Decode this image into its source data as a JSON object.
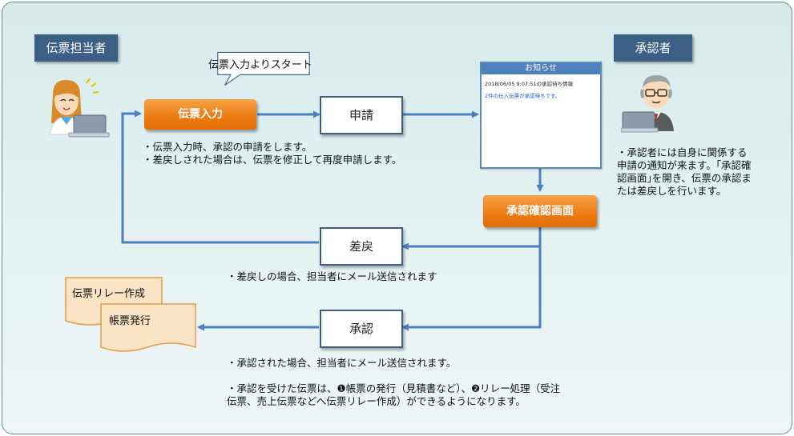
{
  "roles": {
    "submitter": "伝票担当者",
    "approver": "承認者"
  },
  "callout": {
    "text": "伝票入力よりスタート"
  },
  "steps": {
    "entry": "伝票入力",
    "apply": "申請",
    "confirm": "承認確認画面",
    "return": "差戻",
    "approve": "承認"
  },
  "notice": {
    "title": "お知らせ",
    "line1": "2018/06/05 9:07:51の承認待ち情報",
    "line2": "2件の仕入伝票が承認待ちです。"
  },
  "notes": {
    "entry": "・伝票入力時、承認の申請をします。\n・差戻しされた場合は、伝票を修正して再度申請します。",
    "approver": "・承認者には自身に関係する\n申請の通知が来ます。｢承認確\n認画面｣を開き、伝票の承認ま\nたは差戻しを行います。",
    "return": "・差戻しの場合、担当者にメール送信されます",
    "approve1": "・承認された場合、担当者にメール送信されます。",
    "approve2": "・承認を受けた伝票は、❶帳票の発行（見積書など）、❷リレー処理（受注\n伝票、売上伝票などへ伝票リレー作成）ができるようになります。"
  },
  "documents": {
    "relay": "伝票リレー作成",
    "output": "帳票発行"
  },
  "colors": {
    "arrow": "#4a7fc4",
    "navy": "#3d5f86",
    "orange": "#ec7a0f",
    "doc_fill": "#fbe3c6",
    "doc_border": "#e59a4a"
  },
  "icons": {
    "submitter": "woman-at-laptop-icon",
    "approver": "man-at-laptop-icon"
  }
}
